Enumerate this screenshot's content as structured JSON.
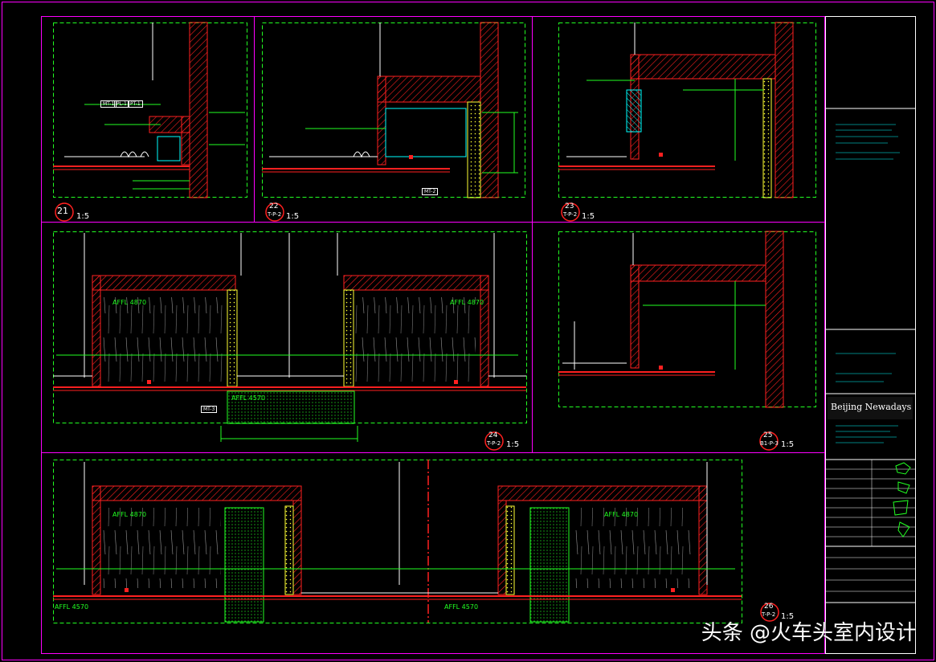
{
  "colors": {
    "frame": "#ff00ff",
    "wall": "#ff2020",
    "dims": "#00ff00",
    "hatch": "#ffff33",
    "leader": "#ffffff",
    "cyan": "#00ffff"
  },
  "details": [
    {
      "id": "d21",
      "number": "21",
      "sheet": "",
      "scale": "1:5"
    },
    {
      "id": "d22",
      "number": "22",
      "sheet": "T-P-2",
      "scale": "1:5"
    },
    {
      "id": "d23",
      "number": "23",
      "sheet": "T-P-2",
      "scale": "1:5"
    },
    {
      "id": "d24",
      "number": "24",
      "sheet": "T-P-2",
      "scale": "1:5"
    },
    {
      "id": "d25",
      "number": "25",
      "sheet": "B1-P-3",
      "scale": "1:5"
    },
    {
      "id": "d26",
      "number": "26",
      "sheet": "T-P-2",
      "scale": "1:5"
    }
  ],
  "elevation_tags": {
    "d24_left": "AFFL 4870",
    "d24_right": "AFFL 4870",
    "d24_floor": "AFFL 4570",
    "d26_left": "AFFL 4870",
    "d26_right": "AFFL 4870",
    "d26_floor_left": "AFFL 4570",
    "d26_floor_mid": "AFFL 4570"
  },
  "material_codes": [
    "MT-1",
    "PL-1",
    "PT-1",
    "MT-2",
    "MT-3"
  ],
  "title_block": {
    "logo": "Beijing Newadays"
  },
  "watermark": "头条 @火车头室内设计"
}
